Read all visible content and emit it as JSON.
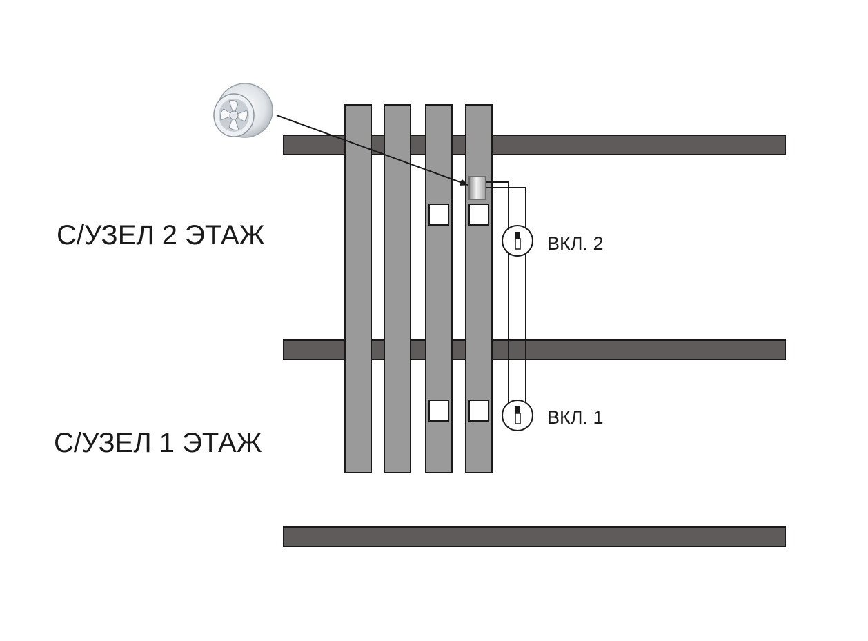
{
  "labels": {
    "floor_2": "С/УЗЕЛ 2 ЭТАЖ",
    "floor_1": "С/УЗЕЛ 1 ЭТАЖ",
    "switch_2": "ВКЛ. 2",
    "switch_1": "ВКЛ. 1"
  },
  "icons": {
    "fan": "duct-fan-icon",
    "switch": "switch-icon"
  },
  "colors": {
    "slab": "#5f5b5b",
    "riser": "#9a9a9a",
    "outline": "#1a1a1a",
    "background": "#ffffff"
  }
}
